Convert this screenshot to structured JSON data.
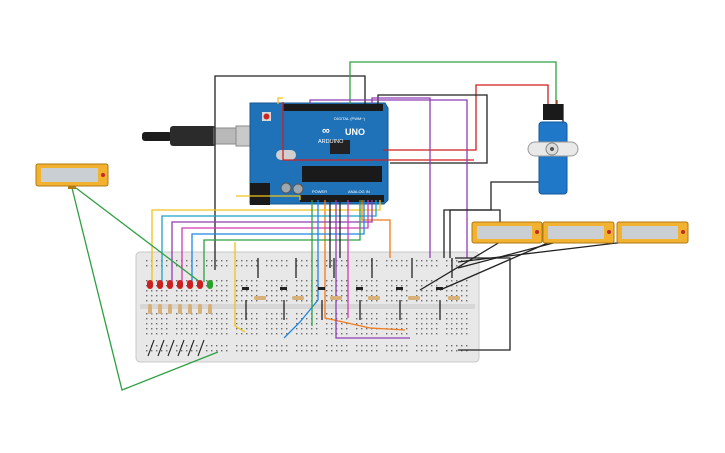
{
  "board": {
    "brand": "ARDUINO",
    "model": "UNO",
    "digital_label": "DIGITAL (PWM~)",
    "power_label": "POWER",
    "analog_label": "ANALOG IN",
    "color": "#1f72b8"
  },
  "breadboard": {
    "color": "#e8e8e8",
    "hole_color": "#6b6b6b"
  },
  "leds": {
    "red_count": 6,
    "green_count": 1,
    "red": "#cc1f1f",
    "green": "#2aa12a"
  },
  "sensor_color": "#f2b230",
  "servo_color": "#1f78c8",
  "wire_colors": {
    "black": "#222222",
    "red": "#d11f1f",
    "green": "#2ea043",
    "yellow": "#f0c419",
    "purple": "#8e3fb5",
    "magenta": "#d23ab0",
    "blue": "#1e88e5",
    "orange": "#f07a1a",
    "cyan": "#1da0c8"
  }
}
